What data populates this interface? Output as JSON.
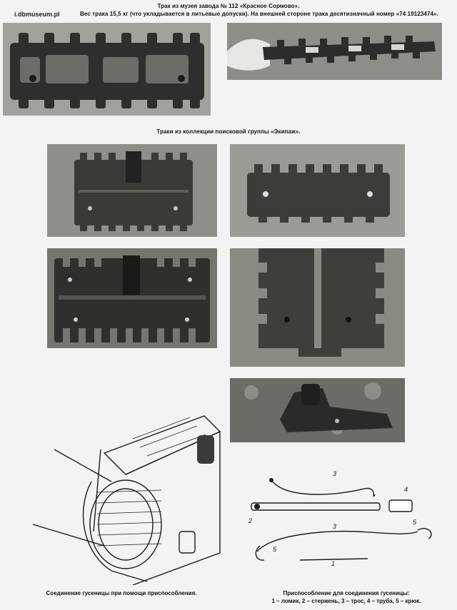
{
  "top": {
    "watermark": "i.dbmuseum.pl",
    "line1": "Трак из музея завода № 112 «Красное Сормово».",
    "line2": "Вес трака 15,5 кг (что укладывается в литьевые допуски). На внешней стороне трака десятизначный номер «74 19123474»."
  },
  "middle": {
    "caption": "Траки из коллекции поисковой группы «Экипаж»."
  },
  "bottom": {
    "left_caption": "Соединение гусеницы при помощи приспособления.",
    "right_caption_1": "Приспособление для соединения гусеницы:",
    "right_caption_2": "1 – ломик, 2 – стержень, 3 – трос, 4 – труба, 5 – крюк."
  },
  "tool_labels": [
    "1",
    "2",
    "3",
    "3",
    "4",
    "5",
    "5"
  ]
}
